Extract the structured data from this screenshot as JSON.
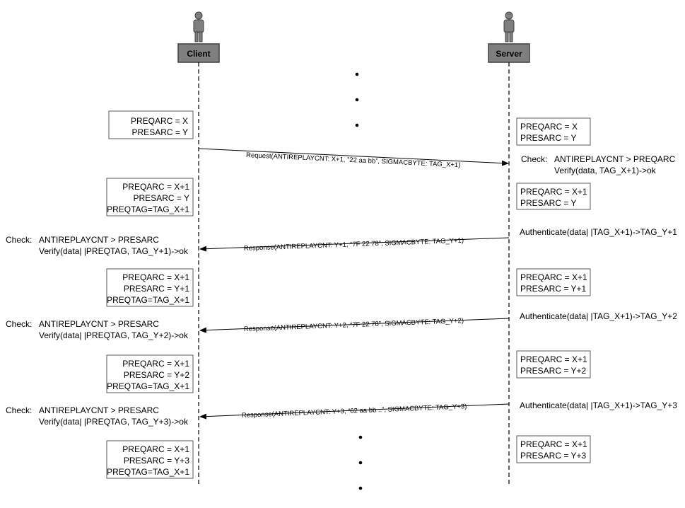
{
  "actors": {
    "client": "Client",
    "server": "Server"
  },
  "client_states": [
    [
      "PREQARC = X",
      "PRESARC = Y"
    ],
    [
      "PREQARC = X+1",
      "PRESARC = Y",
      "PREQTAG=TAG_X+1"
    ],
    [
      "PREQARC = X+1",
      "PRESARC = Y+1",
      "PREQTAG=TAG_X+1"
    ],
    [
      "PREQARC = X+1",
      "PRESARC = Y+2",
      "PREQTAG=TAG_X+1"
    ],
    [
      "PREQARC = X+1",
      "PRESARC = Y+3",
      "PREQTAG=TAG_X+1"
    ]
  ],
  "server_states": [
    [
      "PREQARC = X",
      "PRESARC = Y"
    ],
    [
      "PREQARC = X+1",
      "PRESARC = Y"
    ],
    [
      "PREQARC = X+1",
      "PRESARC = Y+1"
    ],
    [
      "PREQARC = X+1",
      "PRESARC = Y+2"
    ],
    [
      "PREQARC = X+1",
      "PRESARC = Y+3"
    ]
  ],
  "messages": [
    {
      "label": "Request(ANTIREPLAYCNT: X+1, ”22 aa bb”, SIGMACBYTE: TAG_X+1)",
      "direction": "to-server"
    },
    {
      "label": "Response(ANTIREPLAYCNT: Y+1,  “7F 22 78”, SIGMACBYTE: TAG_Y+1)",
      "direction": "to-client"
    },
    {
      "label": "Response(ANTIREPLAYCNT: Y+2,  “7F 22 78”, SIGMACBYTE: TAG_Y+2)",
      "direction": "to-client"
    },
    {
      "label": "Response(ANTIREPLAYCNT: Y+3, “62 aa bb ..”, SIGMACBYTE: TAG_Y+3)",
      "direction": "to-client"
    }
  ],
  "server_check": {
    "label": "Check:",
    "lines": [
      "ANTIREPLAYCNT > PREQARC",
      "Verify(data, TAG_X+1)->ok"
    ]
  },
  "server_authenticates": [
    "Authenticate(data| |TAG_X+1)->TAG_Y+1",
    "Authenticate(data| |TAG_X+1)->TAG_Y+2",
    "Authenticate(data| |TAG_X+1)->TAG_Y+3"
  ],
  "client_checks": [
    {
      "label": "Check:",
      "lines": [
        "ANTIREPLAYCNT > PRESARC",
        "Verify(data| |PREQTAG, TAG_Y+1)->ok"
      ]
    },
    {
      "label": "Check:",
      "lines": [
        "ANTIREPLAYCNT > PRESARC",
        "Verify(data| |PREQTAG, TAG_Y+2)->ok"
      ]
    },
    {
      "label": "Check:",
      "lines": [
        "ANTIREPLAYCNT > PRESARC",
        "Verify(data| |PREQTAG, TAG_Y+3)->ok"
      ]
    }
  ]
}
